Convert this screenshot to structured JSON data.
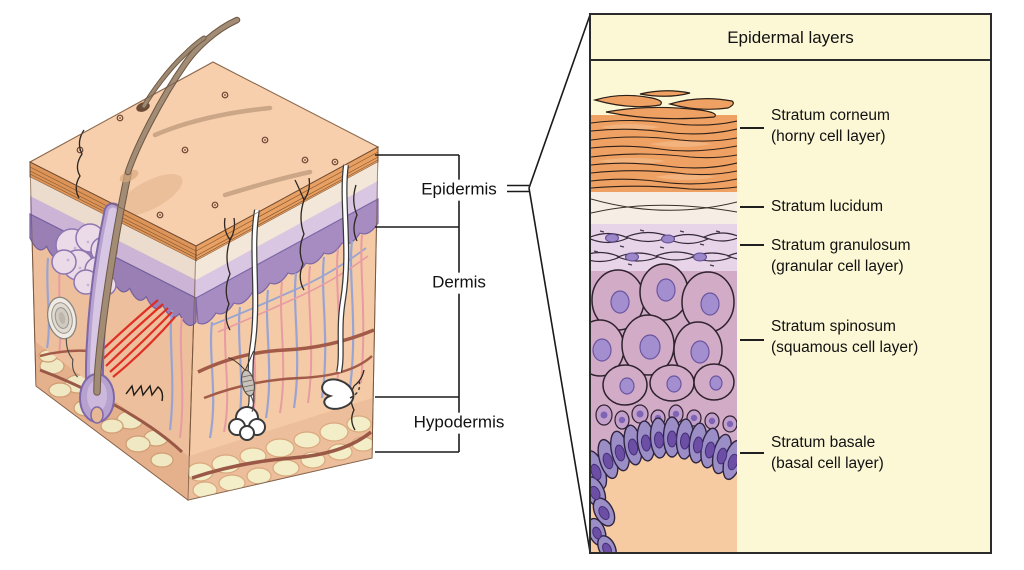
{
  "figure": "Skin cross-section with epidermal layers detail",
  "skin_block": {
    "region_labels": [
      {
        "text": "Epidermis"
      },
      {
        "text": "Dermis"
      },
      {
        "text": "Hypodermis"
      }
    ]
  },
  "panel": {
    "title": "Epidermal layers",
    "layer_labels": [
      {
        "name": "Stratum corneum",
        "sub": "(horny cell layer)"
      },
      {
        "name": "Stratum lucidum",
        "sub": ""
      },
      {
        "name": "Stratum granulosum",
        "sub": "(granular cell layer)"
      },
      {
        "name": "Stratum spinosum",
        "sub": "(squamous cell layer)"
      },
      {
        "name": "Stratum basale",
        "sub": "(basal cell layer)"
      }
    ]
  },
  "colors": {
    "background": "#ffffff",
    "panel_bg": "#FCF8D6",
    "line": "#1a1a1a",
    "skin_surface_peach": "#F7CFAD",
    "stratum_corneum_orange": "#EFA163",
    "epidermis_lavender": "#D9C6E3",
    "epidermis_purple": "#A78CC1",
    "dermis_peach": "#F4CBA6",
    "hypodermis_cream": "#F3EDC8",
    "vessel_blue": "#9AA4D2",
    "vessel_pink": "#E89BA2",
    "vessel_brown": "#A35B49",
    "arrector_pili_red": "#E0281E",
    "hair_taupe": "#A28C75",
    "spinosum_cell_mauve": "#D2ACC7",
    "basale_cell_purple": "#9B8EC6",
    "nucleus_purple": "#6C4FA5"
  }
}
